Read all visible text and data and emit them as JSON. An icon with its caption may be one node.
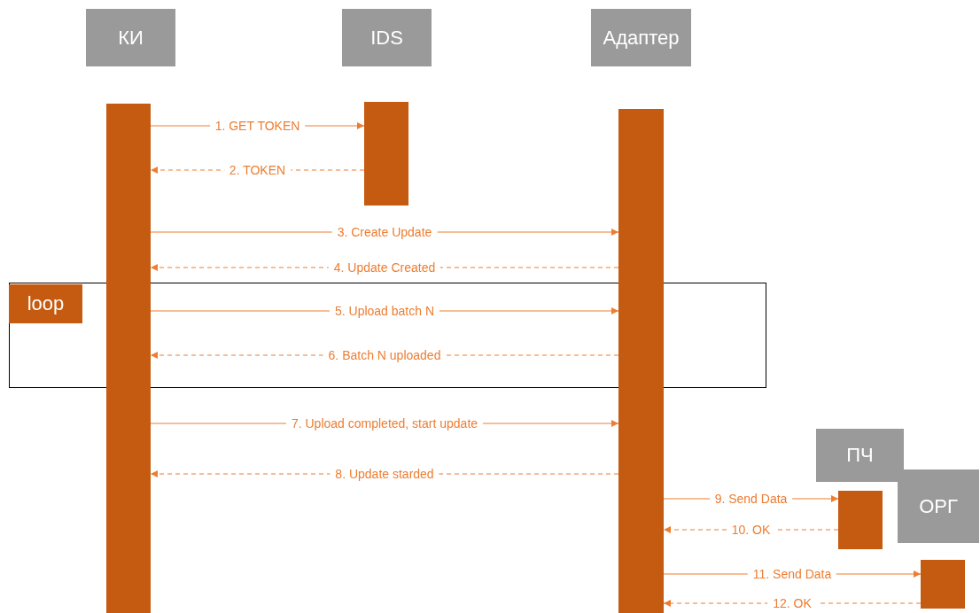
{
  "diagram": {
    "nodes": [
      {
        "text": [
          "КИ"
        ]
      },
      {
        "text": [
          "IDS"
        ]
      },
      {
        "text": [
          "Адаптер"
        ]
      },
      {
        "text": [],
        "shape": "bar"
      },
      {
        "text": [],
        "shape": "bar"
      },
      {
        "text": [],
        "shape": "bar"
      },
      {
        "text": [
          "loop"
        ]
      },
      {
        "text": [
          "ПЧ"
        ]
      },
      {
        "text": [],
        "shape": "bar"
      },
      {
        "text": [
          "ОРГ"
        ]
      },
      {
        "text": [],
        "shape": "bar"
      }
    ],
    "edges": [
      {
        "from": 3,
        "to": 4,
        "arrow": "to",
        "label": "1. GET TOKEN"
      },
      {
        "from": 4,
        "to": 3,
        "arrow": "to",
        "label": "2. TOKEN",
        "style": "dashed"
      },
      {
        "from": 3,
        "to": 5,
        "arrow": "to",
        "label": "3. Create Update"
      },
      {
        "from": 5,
        "to": 3,
        "arrow": "to",
        "label": "4. Update Created",
        "style": "dashed"
      },
      {
        "from": 3,
        "to": 5,
        "arrow": "to",
        "label": "5. Upload batch N"
      },
      {
        "from": 5,
        "to": 3,
        "arrow": "to",
        "label": "6. Batch N uploaded",
        "style": "dashed"
      },
      {
        "from": 3,
        "to": 5,
        "arrow": "to",
        "label": "7. Upload completed, start update"
      },
      {
        "from": 5,
        "to": 3,
        "arrow": "to",
        "label": "8. Update starded",
        "style": "dashed"
      },
      {
        "from": 5,
        "to": 8,
        "arrow": "to",
        "label": "9. Send Data"
      },
      {
        "from": 8,
        "to": 5,
        "arrow": "to",
        "label": "10. OK",
        "style": "dashed"
      },
      {
        "from": 5,
        "to": 10,
        "arrow": "to",
        "label": "11. Send Data"
      },
      {
        "from": 10,
        "to": 5,
        "arrow": "to",
        "label": "12. OK",
        "style": "dashed"
      }
    ]
  }
}
